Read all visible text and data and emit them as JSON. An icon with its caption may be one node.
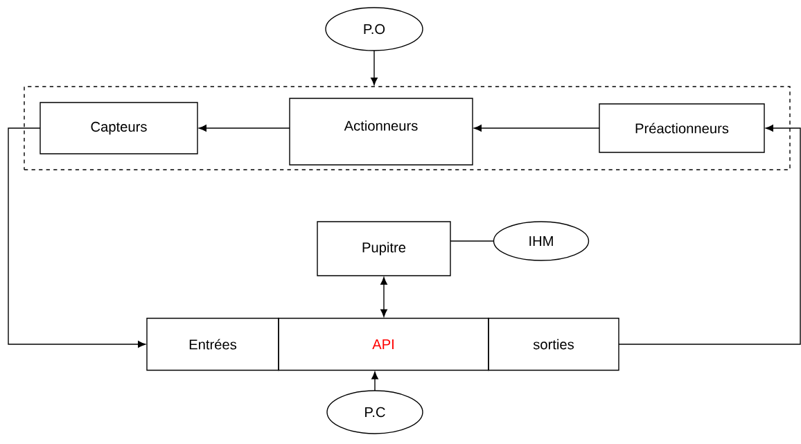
{
  "diagram": {
    "nodes": [
      {
        "text": [
          "P.O"
        ]
      },
      {
        "text": [],
        "shape": "box"
      },
      {
        "text": [
          "Capteurs"
        ],
        "in": 1
      },
      {
        "text": [
          "Actionneurs"
        ],
        "in": 1
      },
      {
        "text": [
          "Préactionneurs"
        ],
        "in": 1
      },
      {
        "text": [
          "Pupitre"
        ]
      },
      {
        "text": [
          "IHM"
        ]
      },
      {
        "text": [
          "Entrées"
        ]
      },
      {
        "text": [
          "API"
        ]
      },
      {
        "text": [
          "sorties"
        ]
      },
      {
        "text": [
          "P.C"
        ]
      }
    ],
    "edges": [
      {
        "from": 0,
        "to": 1,
        "arrow": "to"
      },
      {
        "from": 3,
        "to": 2,
        "arrow": "to"
      },
      {
        "from": 4,
        "to": 3,
        "arrow": "to"
      },
      {
        "from": 5,
        "to": 6,
        "arrow": "none"
      },
      {
        "from": 5,
        "to": 8,
        "arrow": "both"
      },
      {
        "from": 10,
        "to": 8,
        "arrow": "to"
      },
      {
        "from": 2,
        "to": 7,
        "arrow": "to"
      },
      {
        "from": 9,
        "to": 4,
        "arrow": "to"
      }
    ]
  }
}
